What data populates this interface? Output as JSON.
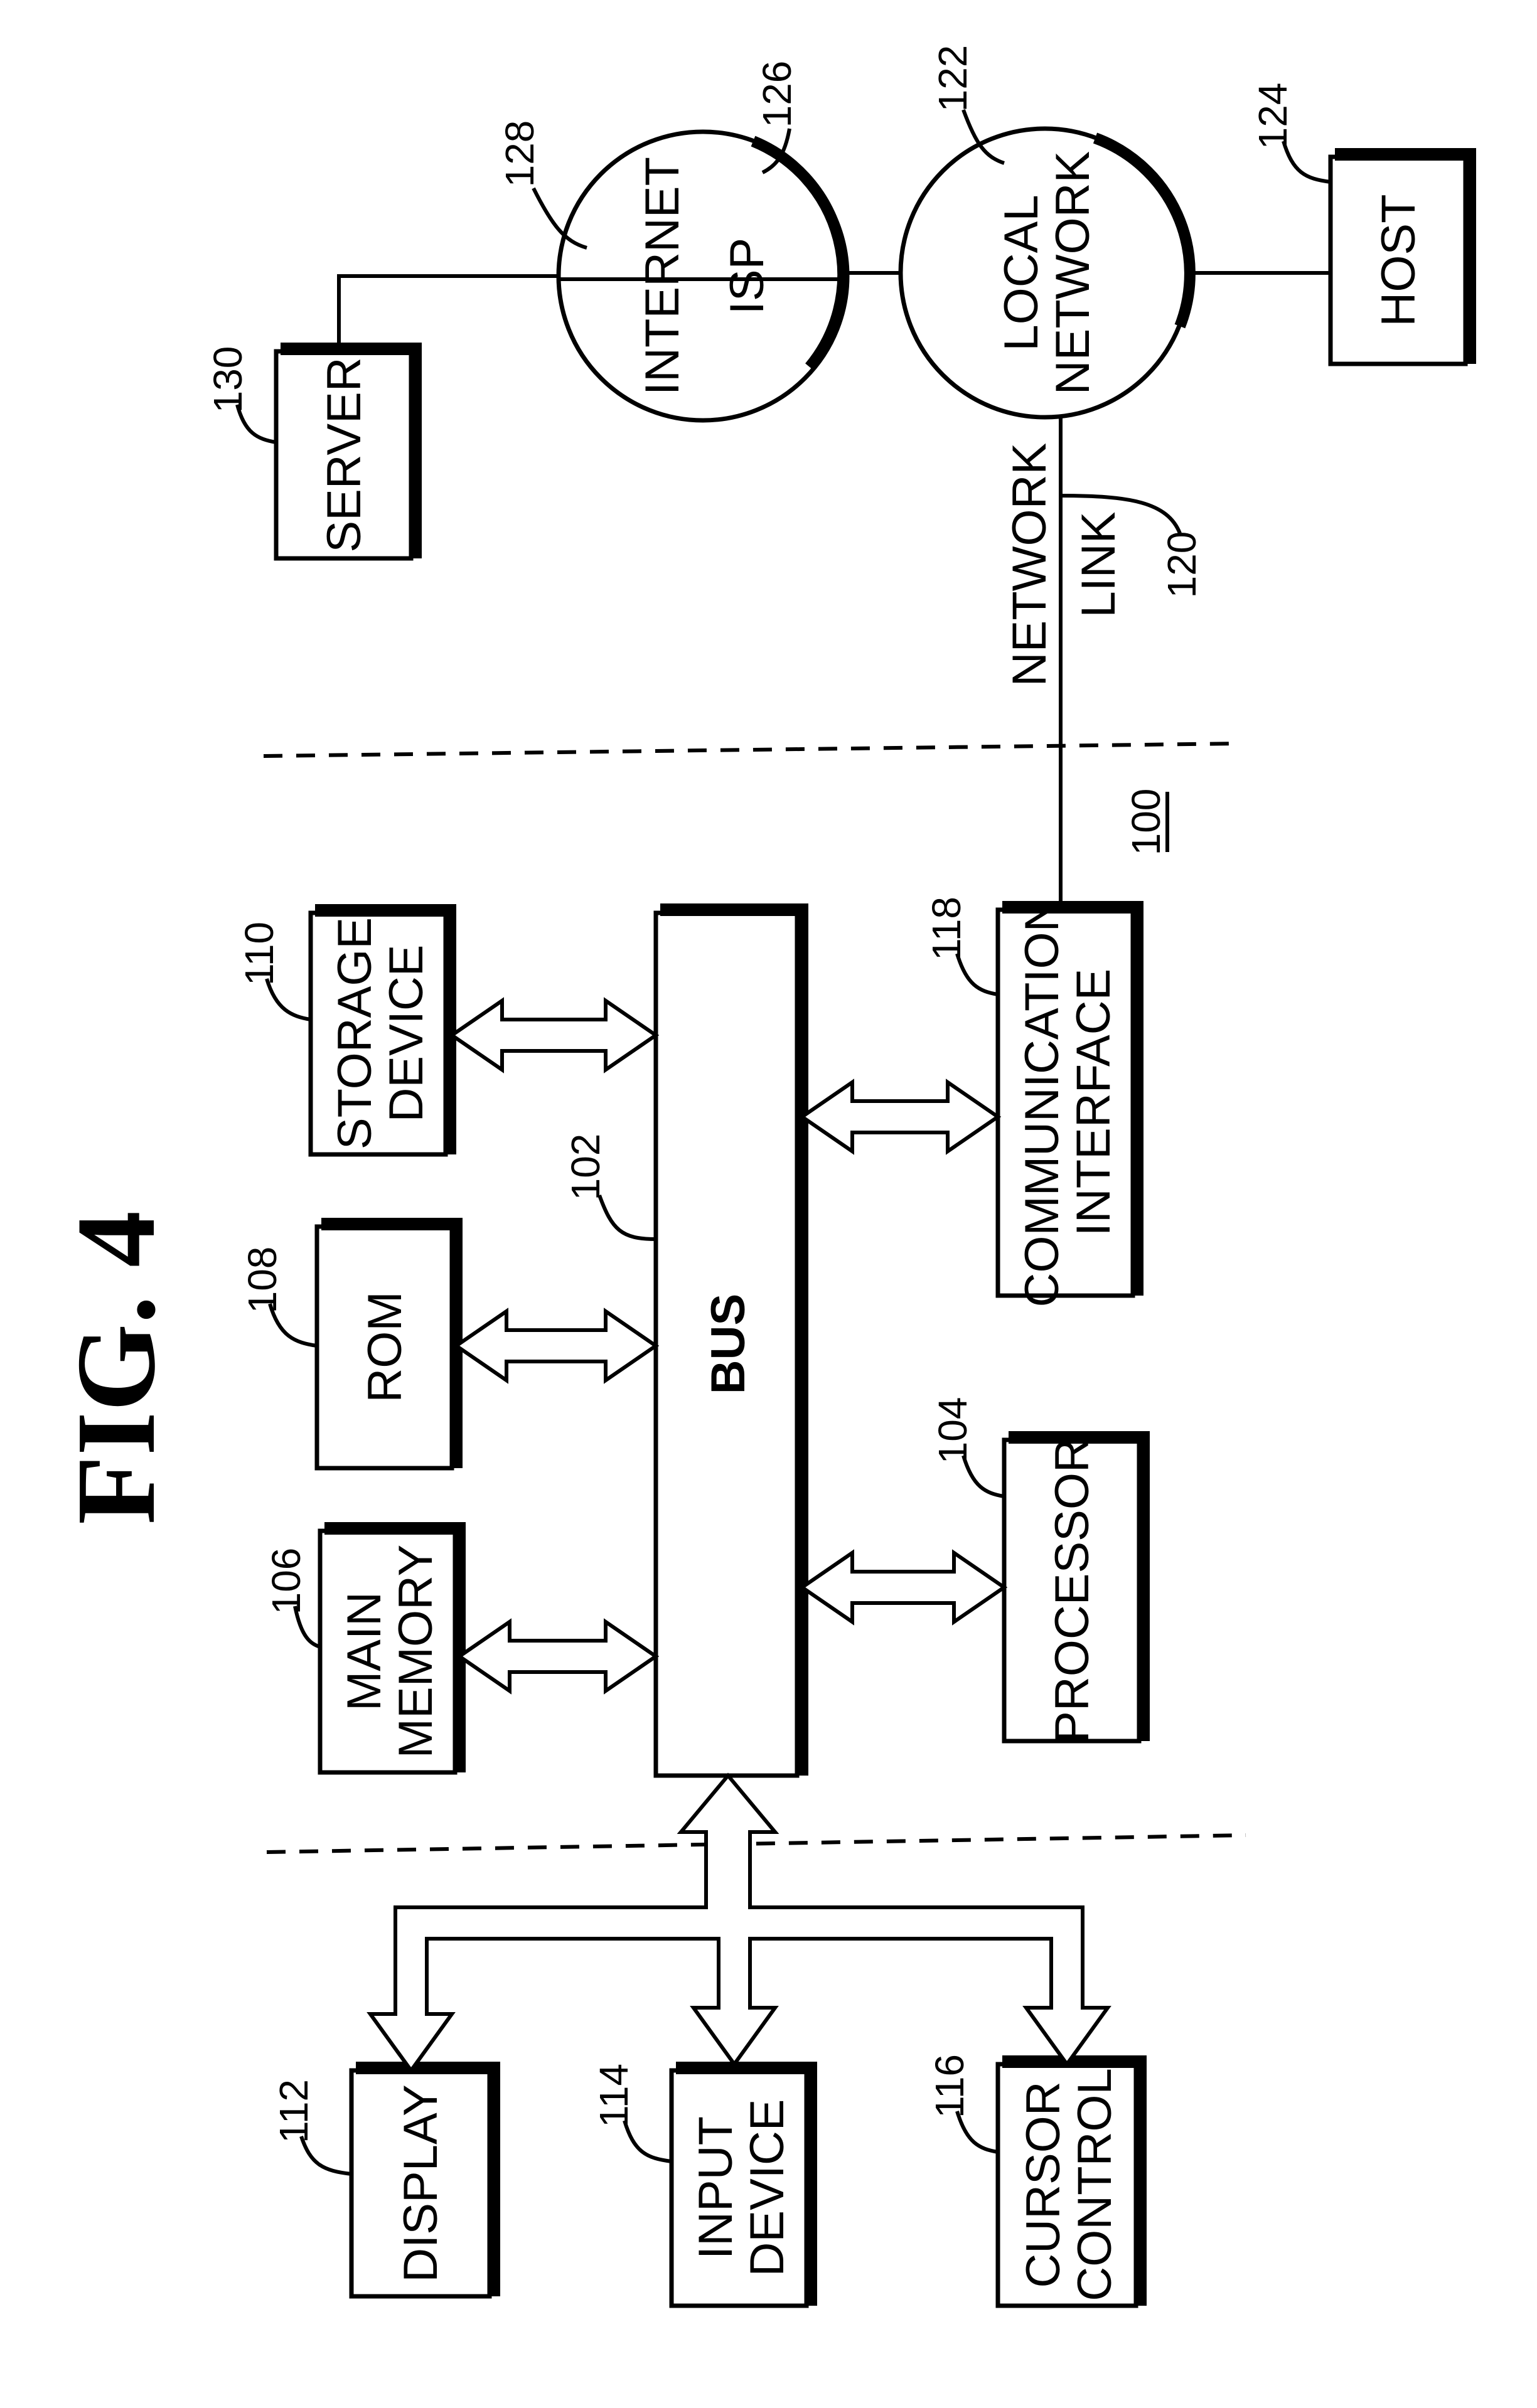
{
  "figure": {
    "title": "FIG. 4",
    "system_ref": "100"
  },
  "components": {
    "display": {
      "ref": "112",
      "lines": [
        "DISPLAY"
      ]
    },
    "input_device": {
      "ref": "114",
      "lines": [
        "INPUT",
        "DEVICE"
      ]
    },
    "cursor_control": {
      "ref": "116",
      "lines": [
        "CURSOR",
        "CONTROL"
      ]
    },
    "main_memory": {
      "ref": "106",
      "lines": [
        "MAIN",
        "MEMORY"
      ]
    },
    "rom": {
      "ref": "108",
      "lines": [
        "ROM"
      ]
    },
    "storage_device": {
      "ref": "110",
      "lines": [
        "STORAGE",
        "DEVICE"
      ]
    },
    "bus": {
      "ref": "102",
      "lines": [
        "BUS"
      ]
    },
    "processor": {
      "ref": "104",
      "lines": [
        "PROCESSOR"
      ]
    },
    "communication_interface": {
      "ref": "118",
      "lines": [
        "COMMUNICATION",
        "INTERFACE"
      ]
    },
    "server": {
      "ref": "130",
      "lines": [
        "SERVER"
      ]
    },
    "host": {
      "ref": "124",
      "lines": [
        "HOST"
      ]
    }
  },
  "network": {
    "internet": {
      "ref": "128",
      "label": "INTERNET"
    },
    "isp": {
      "ref": "126",
      "label": "ISP"
    },
    "local_network": {
      "ref": "122",
      "lines": [
        "LOCAL",
        "NETWORK"
      ]
    },
    "network_link": {
      "ref": "120",
      "lines": [
        "NETWORK",
        "LINK"
      ]
    }
  }
}
